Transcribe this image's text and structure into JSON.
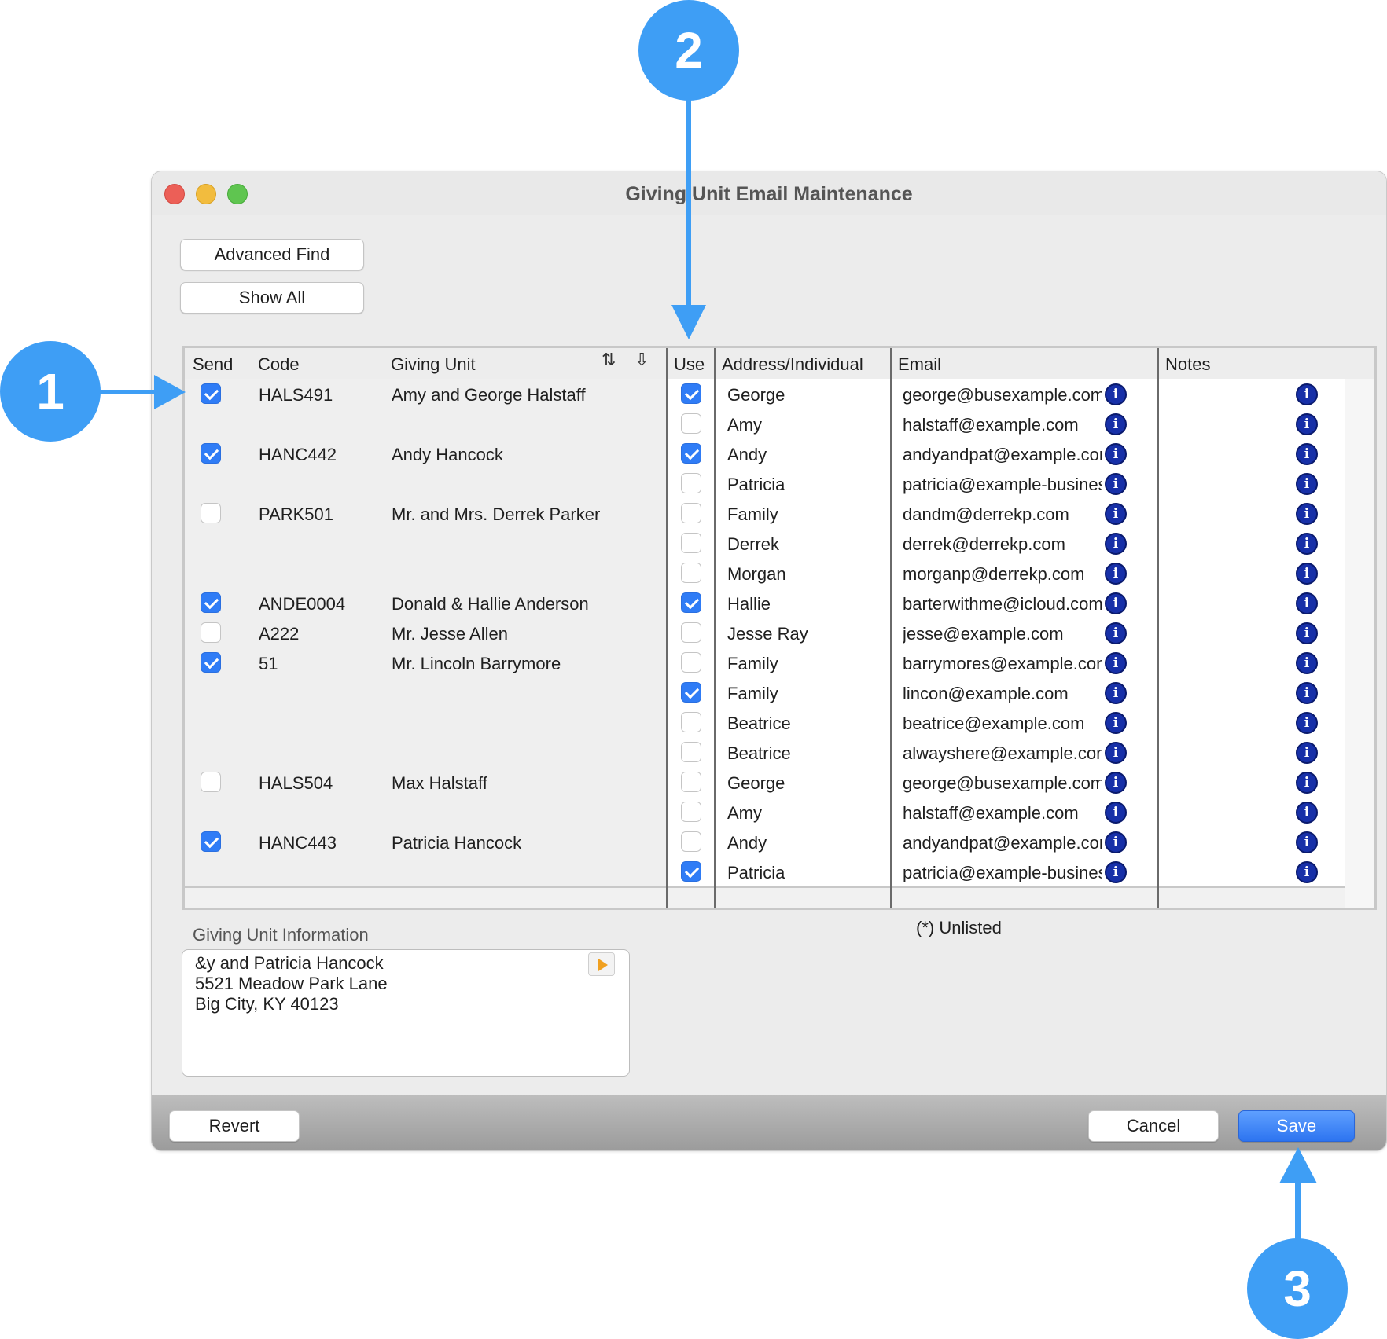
{
  "window": {
    "title": "Giving Unit Email Maintenance"
  },
  "toolbar": {
    "advanced_find": "Advanced Find",
    "show_all": "Show All"
  },
  "grid": {
    "headers": {
      "send": "Send",
      "code": "Code",
      "giving_unit": "Giving Unit",
      "use": "Use",
      "address": "Address/Individual",
      "email": "Email",
      "notes": "Notes"
    },
    "rows": [
      {
        "send": true,
        "code": "HALS491",
        "unit": "Amy and George Halstaff",
        "use": true,
        "addr": "George",
        "email": "george@busexample.com"
      },
      {
        "send": null,
        "code": "",
        "unit": "",
        "use": false,
        "addr": "Amy",
        "email": "halstaff@example.com"
      },
      {
        "send": true,
        "code": "HANC442",
        "unit": "Andy Hancock",
        "use": true,
        "addr": "Andy",
        "email": "andyandpat@example.com"
      },
      {
        "send": null,
        "code": "",
        "unit": "",
        "use": false,
        "addr": "Patricia",
        "email": "patricia@example-business.com"
      },
      {
        "send": false,
        "code": "PARK501",
        "unit": "Mr. and Mrs. Derrek Parker",
        "use": false,
        "addr": "Family",
        "email": "dandm@derrekp.com"
      },
      {
        "send": null,
        "code": "",
        "unit": "",
        "use": false,
        "addr": "Derrek",
        "email": "derrek@derrekp.com"
      },
      {
        "send": null,
        "code": "",
        "unit": "",
        "use": false,
        "addr": "Morgan",
        "email": "morganp@derrekp.com"
      },
      {
        "send": true,
        "code": "ANDE0004",
        "unit": "Donald & Hallie Anderson",
        "use": true,
        "addr": "Hallie",
        "email": "barterwithme@icloud.com"
      },
      {
        "send": false,
        "code": "A222",
        "unit": "Mr. Jesse Allen",
        "use": false,
        "addr": "Jesse Ray",
        "email": "jesse@example.com"
      },
      {
        "send": true,
        "code": "51",
        "unit": "Mr. Lincoln Barrymore",
        "use": false,
        "addr": "Family",
        "email": "barrymores@example.com"
      },
      {
        "send": null,
        "code": "",
        "unit": "",
        "use": true,
        "addr": "Family",
        "email": "lincon@example.com"
      },
      {
        "send": null,
        "code": "",
        "unit": "",
        "use": false,
        "addr": "Beatrice",
        "email": "beatrice@example.com"
      },
      {
        "send": null,
        "code": "",
        "unit": "",
        "use": false,
        "addr": "Beatrice",
        "email": "alwayshere@example.com"
      },
      {
        "send": false,
        "code": "HALS504",
        "unit": "Max Halstaff",
        "use": false,
        "addr": "George",
        "email": "george@busexample.com"
      },
      {
        "send": null,
        "code": "",
        "unit": "",
        "use": false,
        "addr": "Amy",
        "email": "halstaff@example.com"
      },
      {
        "send": true,
        "code": "HANC443",
        "unit": "Patricia Hancock",
        "use": false,
        "addr": "Andy",
        "email": "andyandpat@example.com"
      },
      {
        "send": null,
        "code": "",
        "unit": "",
        "use": true,
        "addr": "Patricia",
        "email": "patricia@example-business.com"
      }
    ]
  },
  "info_panel": {
    "label": "Giving Unit Information",
    "lines": [
      "&y and Patricia Hancock",
      "5521 Meadow Park Lane",
      "Big City, KY 40123"
    ]
  },
  "unlisted_note": "(*) Unlisted",
  "footer": {
    "revert": "Revert",
    "cancel": "Cancel",
    "save": "Save"
  },
  "callouts": [
    "1",
    "2",
    "3"
  ],
  "colors": {
    "callout": "#3e9ef5",
    "checkbox_on": "#2f7cf6",
    "info_icon": "#1730a8"
  },
  "icons": {
    "sort": "sort-az-icon",
    "export": "download-icon",
    "info": "info-icon",
    "expand": "play-icon"
  }
}
